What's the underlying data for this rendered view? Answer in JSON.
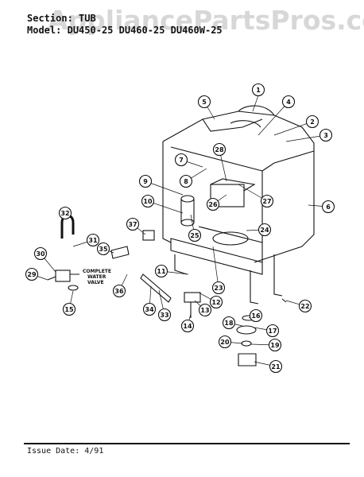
{
  "header": {
    "section_label": "Section:",
    "section_value": "TUB",
    "model_label": "Model:",
    "models": "DU450-25  DU460-25  DU460W-25"
  },
  "watermark": "AppliancePartsPros.com",
  "footer": {
    "issue_label": "Issue Date:",
    "issue_value": "4/91"
  },
  "note": {
    "line1": "COMPLETE",
    "line2": "WATER",
    "line3": "VALVE"
  },
  "callouts": [
    "1",
    "2",
    "3",
    "4",
    "5",
    "6",
    "7",
    "8",
    "9",
    "10",
    "11",
    "12",
    "13",
    "14",
    "15",
    "16",
    "17",
    "18",
    "19",
    "20",
    "21",
    "22",
    "23",
    "24",
    "25",
    "26",
    "27",
    "28",
    "29",
    "30",
    "31",
    "32",
    "33",
    "34",
    "35",
    "36",
    "37"
  ]
}
